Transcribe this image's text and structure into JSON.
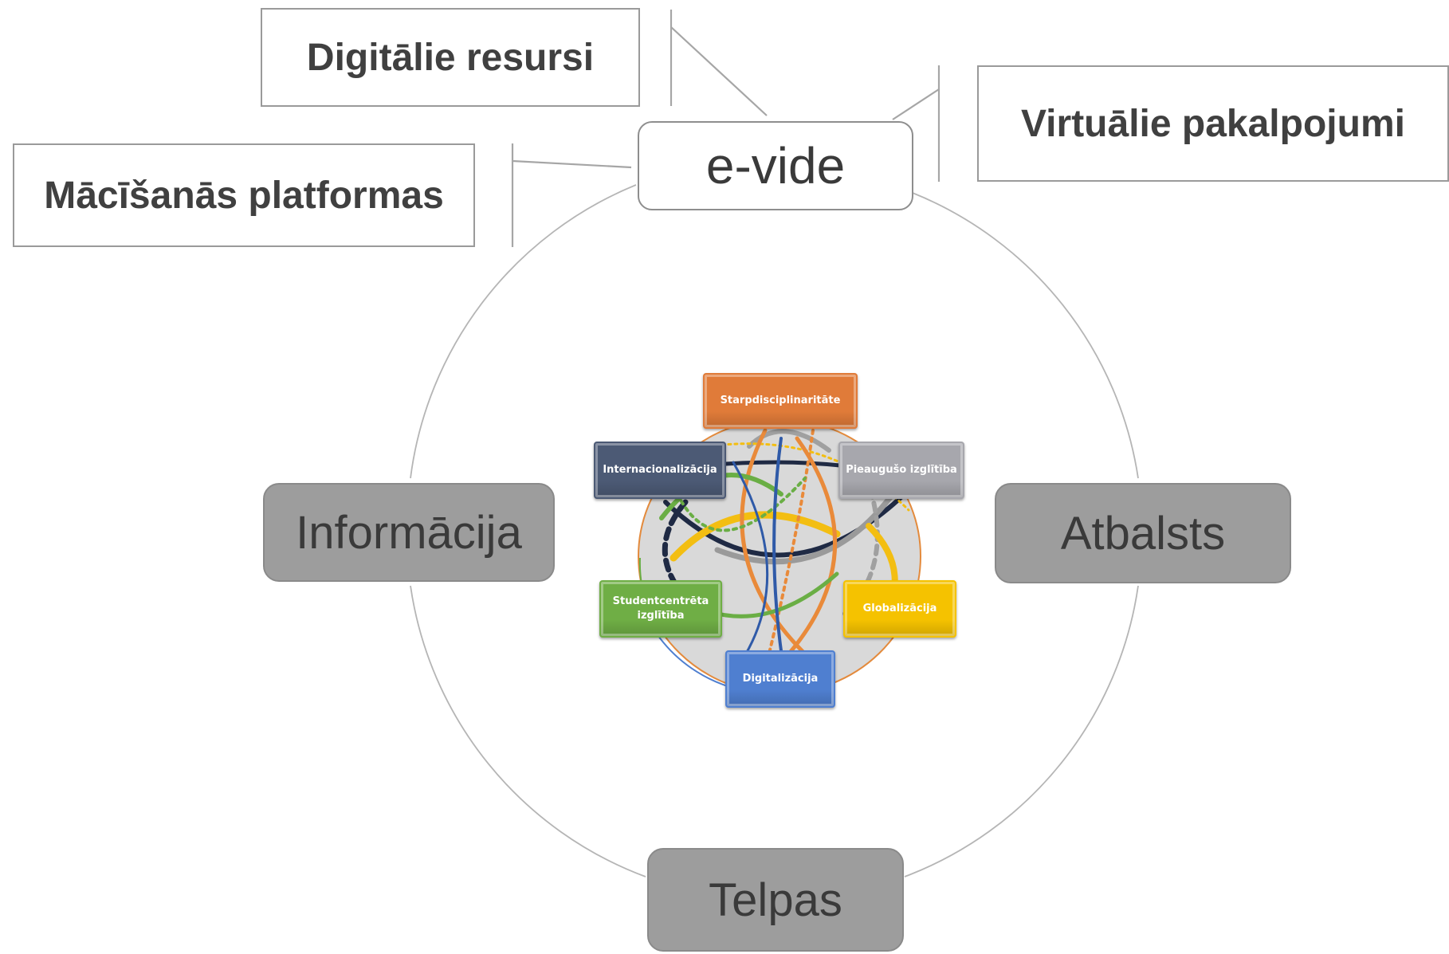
{
  "center": {
    "label": "e-vide"
  },
  "callouts": [
    {
      "label": "Digitālie resursi"
    },
    {
      "label": "Virtuālie pakalpojumi"
    },
    {
      "label": "Mācīšanās platformas"
    }
  ],
  "cycle_nodes": [
    {
      "label": "Informācija"
    },
    {
      "label": "Atbalsts"
    },
    {
      "label": "Telpas"
    }
  ],
  "inner_topics": [
    {
      "label": "Starpdisciplinaritāte",
      "color": "#e07b39"
    },
    {
      "label": "Internacionalizācija",
      "color": "#4c5a75"
    },
    {
      "label": "Pieaugušo izglītība",
      "color": "#a7a7ad"
    },
    {
      "label": "Studentcentrēta izglītība",
      "color": "#6fae45"
    },
    {
      "label": "Globalizācija",
      "color": "#f5c200"
    },
    {
      "label": "Digitalizācija",
      "color": "#4f7fd0"
    }
  ],
  "colors": {
    "cycle_node_fill": "#9d9d9d",
    "line": "#a6a6a6",
    "orange": "#e98a3a",
    "navy": "#1f2a44",
    "green": "#6aae45",
    "yellow": "#f3be12",
    "blue": "#2f5aa8",
    "grey": "#a0a0a0"
  }
}
